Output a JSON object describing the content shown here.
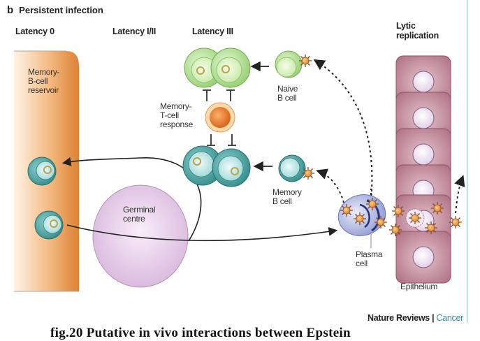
{
  "panel": {
    "letter": "b",
    "title": "Persistent infection"
  },
  "stages": {
    "latency0": "Latency 0",
    "latency_1_2": "Latency I/II",
    "latency3": "Latency III",
    "lytic": [
      "Lytic",
      "replication"
    ]
  },
  "labels": {
    "reservoir": [
      "Memory-",
      "B-cell",
      "reservoir"
    ],
    "tcell": [
      "Memory-",
      "T-cell",
      "response"
    ],
    "naive": [
      "Naive",
      "B cell"
    ],
    "memory": [
      "Memory",
      "B cell"
    ],
    "germinal": [
      "Germinal",
      "centre"
    ],
    "plasma": [
      "Plasma",
      "cell"
    ],
    "epithelium": "Epithelium"
  },
  "credit": {
    "publisher": "Nature Reviews",
    "separator": "|",
    "journal": "Cancer"
  },
  "caption": "fig.20  Putative in vivo interactions between Epstein",
  "colors": {
    "orange_reservoir": "#e08a3c",
    "green_cell": "#9fd47f",
    "teal_cell": "#3f9a9a",
    "germinal": "#e3c8e6",
    "epithelial": "#b9808f",
    "plasma": "#8f9ed6",
    "virus": "#e08a2c",
    "frame": "#8fbfcc",
    "journal": "#3a8fa3"
  }
}
